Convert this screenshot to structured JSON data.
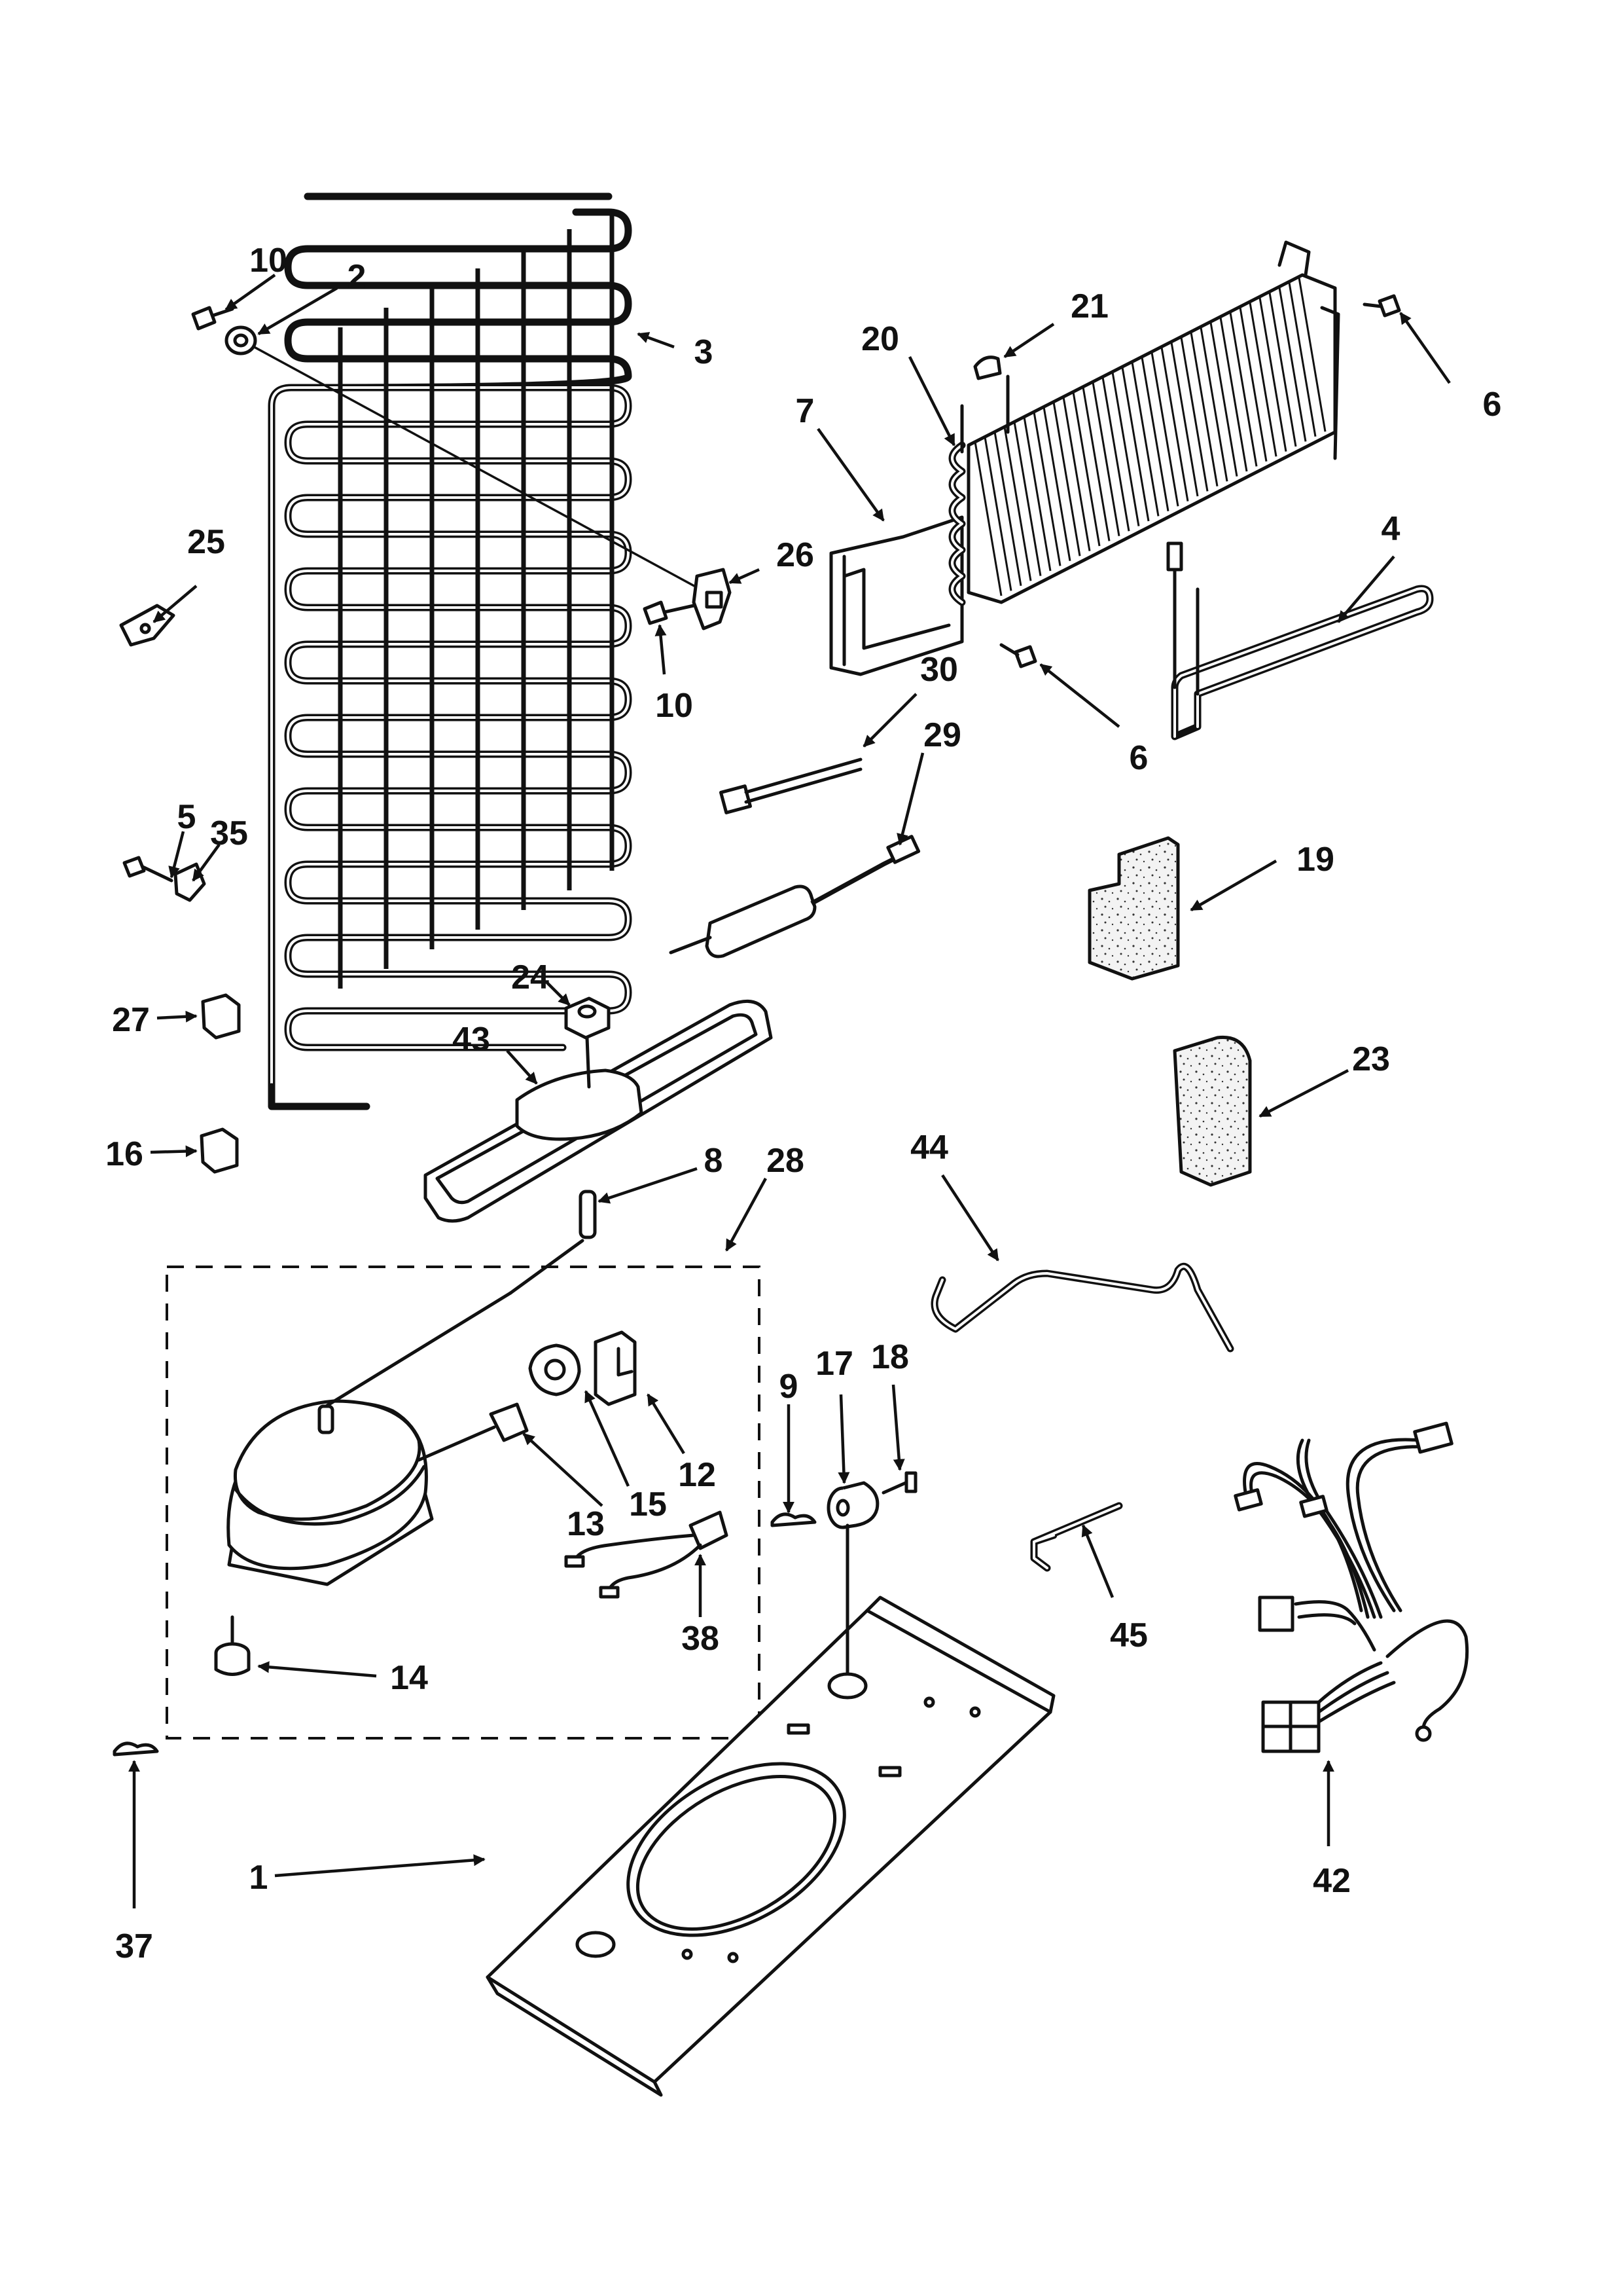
{
  "diagram": {
    "callouts": {
      "c1": "1",
      "c2": "2",
      "c3": "3",
      "c4": "4",
      "c5": "5",
      "c6a": "6",
      "c6b": "6",
      "c7": "7",
      "c8": "8",
      "c9": "9",
      "c10a": "10",
      "c10b": "10",
      "c12": "12",
      "c13": "13",
      "c14": "14",
      "c15": "15",
      "c16": "16",
      "c17": "17",
      "c18": "18",
      "c19": "19",
      "c20": "20",
      "c21": "21",
      "c23": "23",
      "c24": "24",
      "c25": "25",
      "c26": "26",
      "c27": "27",
      "c28": "28",
      "c29": "29",
      "c30": "30",
      "c35": "35",
      "c37": "37",
      "c38": "38",
      "c42": "42",
      "c43": "43",
      "c44": "44",
      "c45": "45"
    },
    "colors": {
      "line": "#111111",
      "background": "#ffffff",
      "foam": "#f3f3f3"
    }
  }
}
